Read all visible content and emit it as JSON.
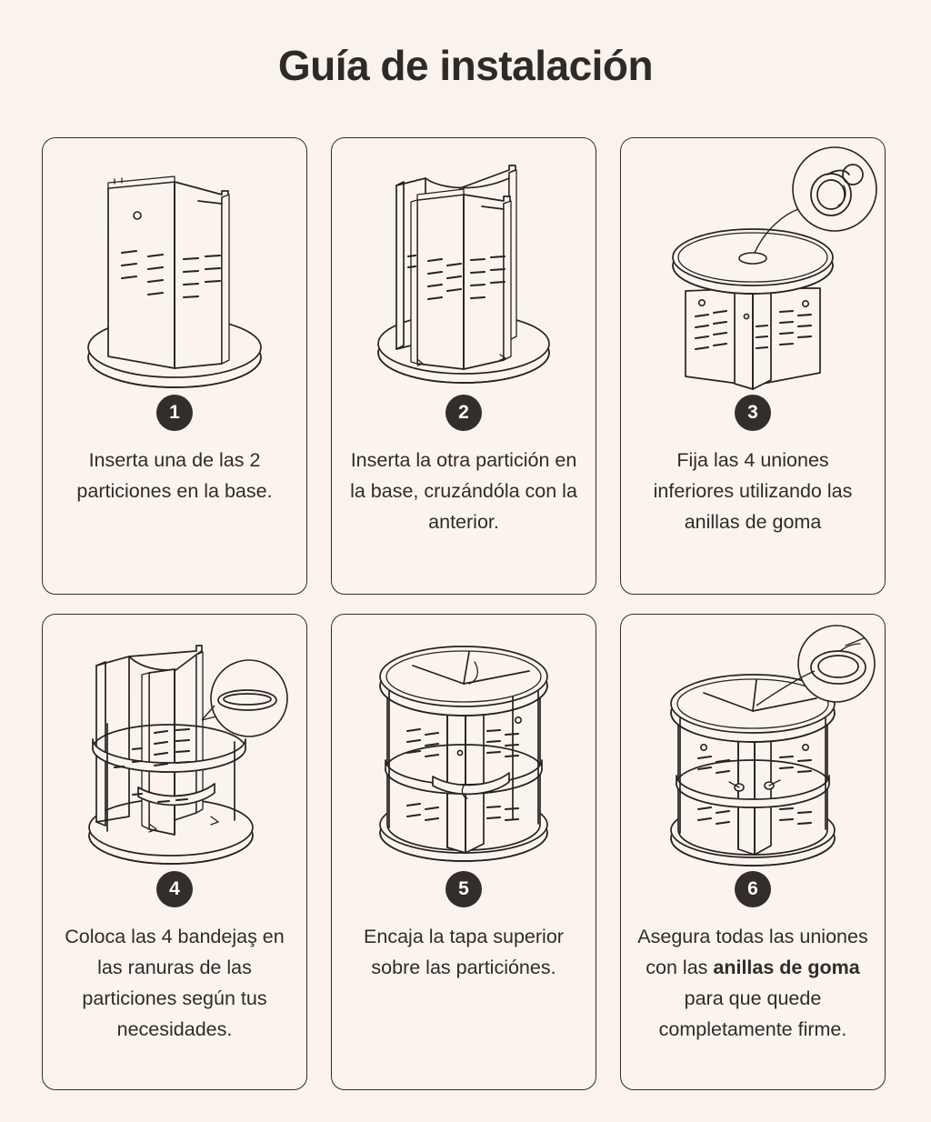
{
  "title": "Guía de instalación",
  "colors": {
    "page_background": "#faf2ec",
    "card_background": "#fbf4ee",
    "ink": "#262220",
    "badge_background": "#332e2b",
    "badge_text": "#ffffff",
    "text": "#2f2b28"
  },
  "steps": [
    {
      "number": "1",
      "caption": "Inserta una de las 2 particiones en la base.",
      "caption_bold": "",
      "illustration": "partition-on-round-base",
      "has_callout": false
    },
    {
      "number": "2",
      "caption": "Inserta la otra partición en la base, cruzándóla con la anterior.",
      "caption_bold": "",
      "illustration": "two-crossed-partitions-on-base",
      "has_callout": false
    },
    {
      "number": "3",
      "caption": "Fija las 4 uniones inferiores utilizando las anillas de goma",
      "caption_bold": "",
      "illustration": "base-top-view-with-rubber-ring-callout",
      "has_callout": true,
      "callout_icon": "rubber-ring"
    },
    {
      "number": "4",
      "caption": "Coloca las 4 bandejaş en las ranuras de las particiones según tus necesidades.",
      "caption_bold": "",
      "illustration": "trays-inserted-into-slots",
      "has_callout": true,
      "callout_icon": "tray-ring"
    },
    {
      "number": "5",
      "caption": "Encaja la tapa superior sobre las particiónes.",
      "caption_bold": "",
      "illustration": "top-lid-fitted-on-partitions",
      "has_callout": false
    },
    {
      "number": "6",
      "caption_prefix": "Asegura todas las uniones con las ",
      "caption_bold": "anillas de goma",
      "caption_suffix": " para que quede completamente firme.",
      "illustration": "finished-organizer-with-ring-callout",
      "has_callout": true,
      "callout_icon": "rubber-ring"
    }
  ]
}
